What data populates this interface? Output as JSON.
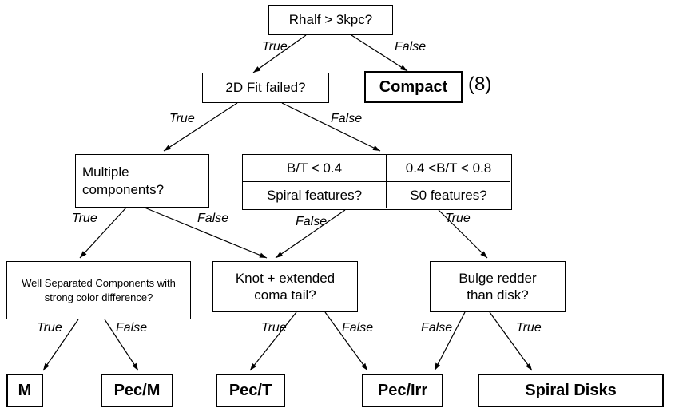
{
  "nodes": {
    "rhalf": "Rhalf > 3kpc?",
    "fit_failed": "2D Fit failed?",
    "compact": "Compact",
    "compact_count": "(8)",
    "multiple": "Multiple components?",
    "bt_low": "B/T < 0.4",
    "bt_mid": "0.4 <B/T < 0.8",
    "spiral_features": "Spiral features?",
    "s0_features": "S0 features?",
    "well_separated": "Well Separated Components with strong color difference?",
    "knot": "Knot + extended coma tail?",
    "bulge": "Bulge redder than disk?",
    "leaf_m": "M",
    "leaf_pecm": "Pec/M",
    "leaf_pect": "Pec/T",
    "leaf_pecirr": "Pec/Irr",
    "leaf_spiral": "Spiral Disks"
  },
  "labels": {
    "true": "True",
    "false": "False"
  }
}
